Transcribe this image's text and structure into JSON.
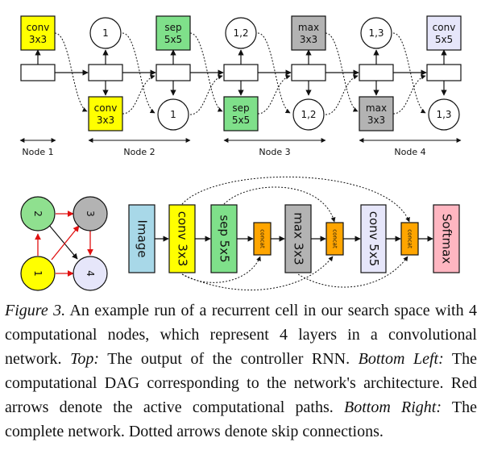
{
  "colors": {
    "conv": "#ffff00",
    "sep": "#7fe08a",
    "max": "#b3b3b3",
    "conv5": "#e6e6fa",
    "image": "#a8d8e8",
    "softmax": "#ffb6c1",
    "concat": "#ffa500",
    "node1": "#ffff00",
    "node2": "#8fe08f",
    "node3": "#b3b3b3",
    "node4": "#e6e6fa",
    "active_edge": "#e01010"
  },
  "top": {
    "ops_top": [
      {
        "line1": "conv",
        "line2": "3x3"
      },
      {
        "line1": "sep",
        "line2": "5x5"
      },
      {
        "line1": "max",
        "line2": "3x3"
      },
      {
        "line1": "conv",
        "line2": "5x5"
      }
    ],
    "circles_top": [
      "1",
      "1,2",
      "1,3"
    ],
    "ops_bottom": [
      {
        "line1": "conv",
        "line2": "3x3"
      },
      {
        "line1": "sep",
        "line2": "5x5"
      },
      {
        "line1": "max",
        "line2": "3x3"
      }
    ],
    "circles_bottom": [
      "1",
      "1,2",
      "1,3"
    ],
    "node_labels": [
      "Node 1",
      "Node 2",
      "Node 3",
      "Node 4"
    ]
  },
  "dag": {
    "nodes": [
      "1",
      "2",
      "3",
      "4"
    ]
  },
  "network": {
    "image": "Image",
    "conv33": "conv 3x3",
    "sep55": "sep 5x5",
    "concat": "concat",
    "max33": "max 3x3",
    "conv55": "conv 5x5",
    "softmax": "Softmax"
  },
  "caption": {
    "figure_label": "Figure 3.",
    "text1": " An example run of a recurrent cell in our search space with 4 computational nodes, which represent 4 layers in a convolutional network. ",
    "top_label": "Top:",
    "text2": " The output of the controller RNN. ",
    "bottom_left_label": "Bottom Left:",
    "text3": " The computational DAG corresponding to the network's architecture. Red arrows denote the active computational paths. ",
    "bottom_right_label": "Bottom Right:",
    "text4": " The complete network. Dotted arrows denote skip connections."
  }
}
